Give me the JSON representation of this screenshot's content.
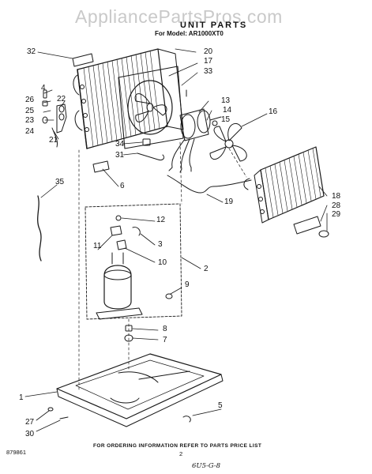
{
  "watermark": "AppliancePartsPros.com",
  "title": "UNIT PARTS",
  "model_line": "For Model: AR1000XT0",
  "footer_note": "FOR ORDERING INFORMATION REFER TO PARTS PRICE LIST",
  "diagram_code": "879861",
  "page_number": "2",
  "handwritten_note": "6U5-G-8",
  "colors": {
    "ink": "#1a1a1a",
    "watermark": "#c9c9c9",
    "background": "#ffffff"
  },
  "callouts": [
    "1",
    "2",
    "3",
    "4",
    "5",
    "6",
    "7",
    "8",
    "9",
    "10",
    "11",
    "12",
    "13",
    "14",
    "15",
    "16",
    "17",
    "18",
    "19",
    "20",
    "21",
    "22",
    "23",
    "24",
    "25",
    "26",
    "27",
    "28",
    "29",
    "30",
    "31",
    "32",
    "33",
    "34",
    "35"
  ]
}
